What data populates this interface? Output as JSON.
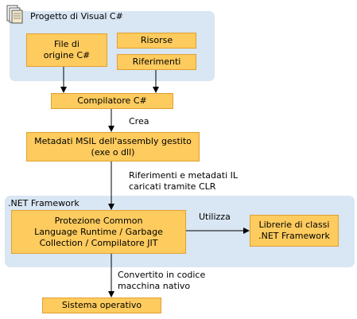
{
  "regions": {
    "visual_project": {
      "title": "Progetto di Visual C#"
    },
    "net_framework": {
      "title": ".NET Framework"
    }
  },
  "boxes": {
    "source_files": "File di\norigine C#",
    "resources": "Risorse",
    "references": "Riferimenti",
    "compiler": "Compilatore C#",
    "msil": "Metadati MSIL dell'assembly gestito\n(exe o dll)",
    "clr": "Protezione Common\nLanguage Runtime / Garbage\nCollection / Compilatore JIT",
    "class_libraries": "Librerie di classi\n.NET Framework",
    "os": "Sistema operativo"
  },
  "edge_labels": {
    "creates": "Crea",
    "refs_loaded": "Riferimenti e metadati IL\ncaricati tramite CLR",
    "uses": "Utilizza",
    "converted": "Convertito in codice\nmacchina nativo"
  },
  "colors": {
    "region_fill": "#d9e6f3",
    "box_fill": "#fdcb5e",
    "box_border": "#e0a030",
    "line": "#000000"
  },
  "icons": {
    "project": "project-folder-icon"
  }
}
